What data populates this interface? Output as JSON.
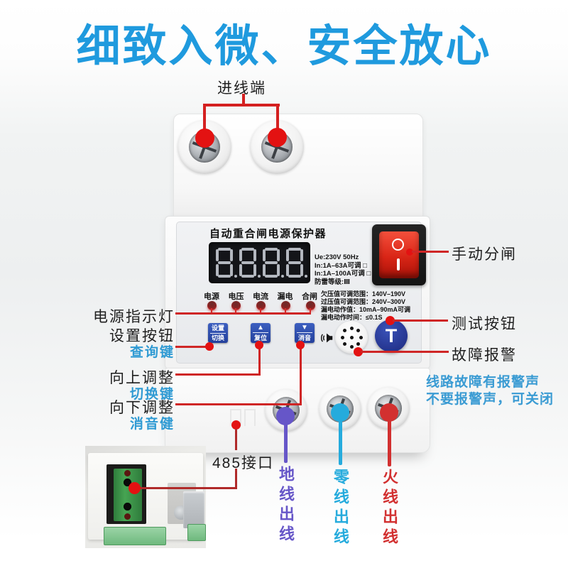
{
  "title": "细致入微、安全放心",
  "device": {
    "panel_title": "自动重合闸电源保护器",
    "display_value": "8888",
    "specs": [
      "Ue:230V 50Hz",
      "In:1A–63A可调 □",
      "In:1A–100A可调 □",
      "防雷等级:Ⅲ"
    ],
    "indicators": [
      "电源",
      "电压",
      "电流",
      "漏电",
      "合闸"
    ],
    "params": [
      "欠压值可调范围：140V–190V",
      "过压值可调范围：240V–300V",
      "漏电动作值：10mA–90mA可调",
      "漏电动作时间：≤0.1S"
    ],
    "buttons": {
      "set_top": "设置",
      "set_bottom": "切换",
      "up_glyph": "▲",
      "up_label": "复位",
      "down_glyph": "▼",
      "down_label": "消音",
      "test_label": "T"
    },
    "rocker": {
      "off_mark": "O",
      "on_mark": "I"
    }
  },
  "callouts": {
    "incoming": "进线端",
    "manual_switch": "手动分闸",
    "power_indicator": "电源指示灯",
    "set_button": "设置按钮",
    "set_button_sub": "查询键",
    "up_adjust": "向上调整",
    "up_adjust_sub": "切换键",
    "down_adjust": "向下调整",
    "down_adjust_sub": "消音健",
    "test_button": "测试按钮",
    "fault_alarm": "故障报警",
    "alarm_note_line1": "线路故障有报警声",
    "alarm_note_line2": "不要报警声，可关闭",
    "interface_485": "485接口",
    "ground_out": "地线出线",
    "neutral_out": "零线出线",
    "live_out": "火线出线"
  },
  "colors": {
    "accent_blue": "#1f9ade",
    "callout_red": "#cf2626",
    "ground_purple": "#6656c8",
    "neutral_cyan": "#25abdd",
    "live_red": "#d23030",
    "button_blue": "#2b4db0",
    "test_blue": "#2b3a9e"
  }
}
